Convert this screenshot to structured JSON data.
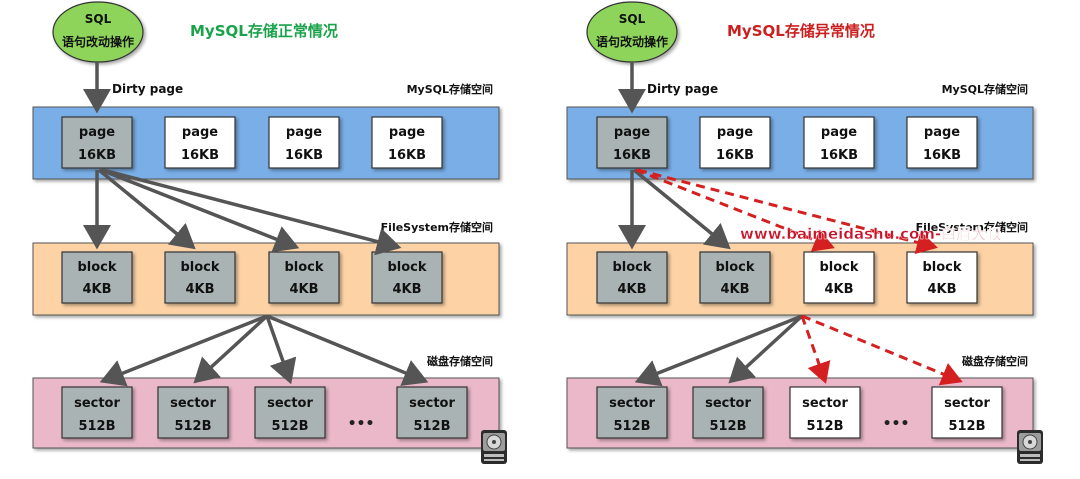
{
  "left": {
    "title": "MySQL存储正常情况",
    "title_color": "#1aa34a",
    "sql_line1": "SQL",
    "sql_line2": "语句改动操作",
    "dirty_label": "Dirty page",
    "mysql_space_label": "MySQL存储空间",
    "fs_space_label": "FileSystem存储空间",
    "disk_space_label": "磁盘存储空间",
    "pages": [
      {
        "l1": "page",
        "l2": "16KB"
      },
      {
        "l1": "page",
        "l2": "16KB"
      },
      {
        "l1": "page",
        "l2": "16KB"
      },
      {
        "l1": "page",
        "l2": "16KB"
      }
    ],
    "blocks": [
      {
        "l1": "block",
        "l2": "4KB"
      },
      {
        "l1": "block",
        "l2": "4KB"
      },
      {
        "l1": "block",
        "l2": "4KB"
      },
      {
        "l1": "block",
        "l2": "4KB"
      }
    ],
    "sectors": [
      {
        "l1": "sector",
        "l2": "512B"
      },
      {
        "l1": "sector",
        "l2": "512B"
      },
      {
        "l1": "sector",
        "l2": "512B"
      },
      {
        "l1": "sector",
        "l2": "512B"
      }
    ],
    "ellipsis": "•••"
  },
  "right": {
    "title": "MySQL存储异常情况",
    "title_color": "#cc1f1f",
    "sql_line1": "SQL",
    "sql_line2": "语句改动操作",
    "dirty_label": "Dirty page",
    "mysql_space_label": "MySQL存储空间",
    "fs_space_label": "FileSystem存储空间",
    "disk_space_label": "磁盘存储空间",
    "pages": [
      {
        "l1": "page",
        "l2": "16KB"
      },
      {
        "l1": "page",
        "l2": "16KB"
      },
      {
        "l1": "page",
        "l2": "16KB"
      },
      {
        "l1": "page",
        "l2": "16KB"
      }
    ],
    "blocks": [
      {
        "l1": "block",
        "l2": "4KB"
      },
      {
        "l1": "block",
        "l2": "4KB"
      },
      {
        "l1": "block",
        "l2": "4KB"
      },
      {
        "l1": "block",
        "l2": "4KB"
      }
    ],
    "sectors": [
      {
        "l1": "sector",
        "l2": "512B"
      },
      {
        "l1": "sector",
        "l2": "512B"
      },
      {
        "l1": "sector",
        "l2": "512B"
      },
      {
        "l1": "sector",
        "l2": "512B"
      }
    ],
    "ellipsis": "•••"
  },
  "watermark": "www.baimeidashu.com-白眉大叔",
  "colors": {
    "mysql_band": "#7aaee6",
    "fs_band": "#fdd3a6",
    "disk_band": "#eab8c8",
    "gray_box": "#a9b3b3",
    "white_box": "#ffffff",
    "sql_ellipse": "#8ed45a",
    "arrow_gray": "#555555",
    "arrow_red": "#d42020"
  }
}
